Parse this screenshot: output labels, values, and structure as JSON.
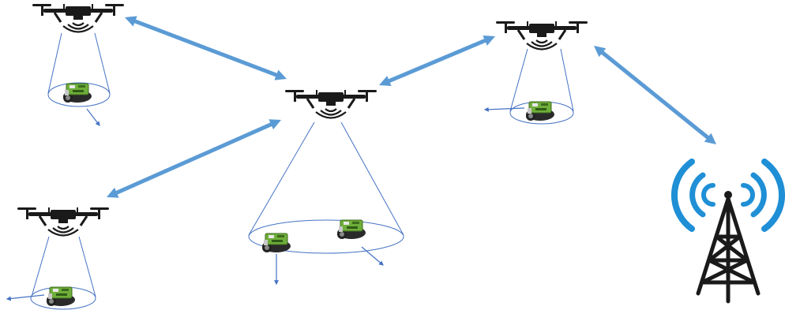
{
  "colors": {
    "background": "#ffffff",
    "link_arrow": "#5b9bd5",
    "link_arrow_dark": "#4a86c8",
    "coverage_line": "#4472c4",
    "motion_arrow": "#4472c4",
    "drone_body": "#1a1a1a",
    "signal_blue": "#1f8fd6",
    "tower": "#1a1a1a",
    "robot_board": "#6fae3a",
    "robot_chassis": "#2a2a2a"
  },
  "icons": {
    "drone": "quadcopter-drone-icon",
    "robot": "ground-robot-icon",
    "tower": "radio-tower-icon",
    "wifi": "wireless-signal-icon"
  },
  "nodes": {
    "drones": [
      "drone-top-left",
      "drone-center",
      "drone-top-right",
      "drone-bottom-left"
    ],
    "base_station": "radio-tower"
  },
  "links": [
    {
      "from": "drone-top-left",
      "to": "drone-center",
      "bidirectional": true
    },
    {
      "from": "drone-center",
      "to": "drone-top-right",
      "bidirectional": true
    },
    {
      "from": "drone-bottom-left",
      "to": "drone-center",
      "bidirectional": true
    },
    {
      "from": "drone-top-right",
      "to": "radio-tower",
      "bidirectional": true
    }
  ]
}
